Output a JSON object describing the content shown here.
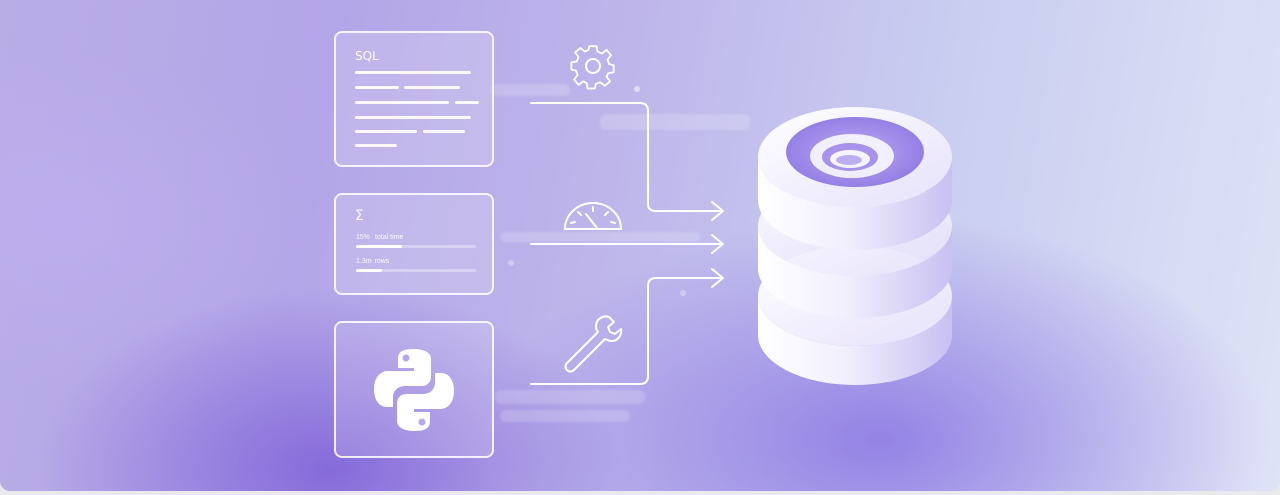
{
  "cards": {
    "sql": {
      "label": "SQL"
    },
    "stats": {
      "symbol": "Σ",
      "rows": [
        {
          "value": "15%",
          "text": "total time",
          "fraction": 0.38
        },
        {
          "value": "1.3m",
          "text": "rows",
          "fraction": 0.22
        }
      ]
    },
    "python": {
      "icon": "python-logo-icon"
    }
  },
  "icons": [
    "gear-icon",
    "speedometer-icon",
    "wrench-icon",
    "database-icon",
    "arrow-right-icon"
  ],
  "colors": {
    "background_light": "#dfe3f6",
    "background_purple": "#8a6ee0",
    "database_top": "#9a85e8",
    "line": "#ffffff"
  }
}
